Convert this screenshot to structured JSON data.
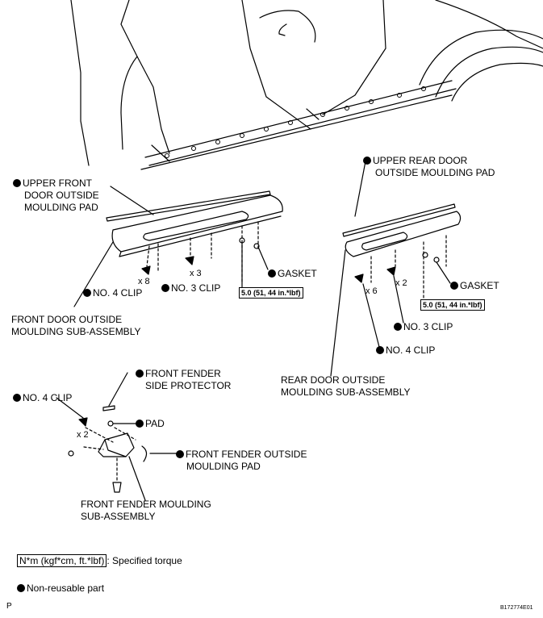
{
  "labels": {
    "upper_front_pad_1": "UPPER FRONT",
    "upper_front_pad_2": "DOOR OUTSIDE",
    "upper_front_pad_3": "MOULDING PAD",
    "upper_rear_pad_1": "UPPER REAR DOOR",
    "upper_rear_pad_2": "OUTSIDE MOULDING PAD",
    "gasket_front": "GASKET",
    "gasket_rear": "GASKET",
    "no4_clip_front": "NO. 4 CLIP",
    "no3_clip_front": "NO. 3 CLIP",
    "front_door_sub_1": "FRONT DOOR OUTSIDE",
    "front_door_sub_2": "MOULDING SUB-ASSEMBLY",
    "no3_clip_rear": "NO. 3 CLIP",
    "no4_clip_rear": "NO. 4 CLIP",
    "rear_door_sub_1": "REAR DOOR OUTSIDE",
    "rear_door_sub_2": "MOULDING SUB-ASSEMBLY",
    "fender_side_protector_1": "FRONT FENDER",
    "fender_side_protector_2": "SIDE PROTECTOR",
    "no4_clip_fender": "NO. 4 CLIP",
    "pad": "PAD",
    "fender_outside_pad_1": "FRONT FENDER OUTSIDE",
    "fender_outside_pad_2": "MOULDING PAD",
    "fender_sub_1": "FRONT FENDER MOULDING",
    "fender_sub_2": "SUB-ASSEMBLY"
  },
  "counts": {
    "front_no4": "x 8",
    "front_no3": "x 3",
    "rear_no4": "x 6",
    "rear_no3": "x 2",
    "fender_no4": "x 2"
  },
  "torque": {
    "front": "5.0 (51, 44 in.*lbf)",
    "rear": "5.0 (51, 44 in.*lbf)"
  },
  "legend": {
    "torque_box": "N*m (kgf*cm, ft.*lbf)",
    "torque_text": ": Specified torque",
    "nonreusable": "Non-reusable part"
  },
  "footer": {
    "page_mark": "P",
    "figure_id": "B172774E01"
  }
}
